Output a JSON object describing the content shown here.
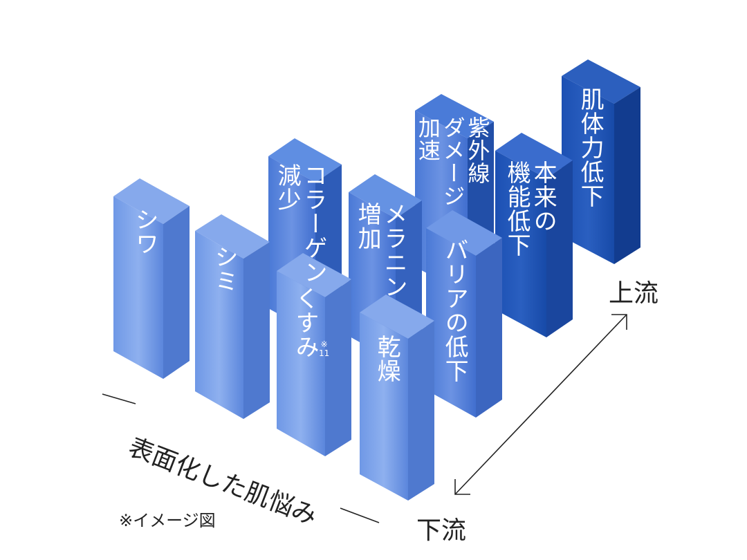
{
  "colors": {
    "front": "#5f8be0",
    "side": "#3a5fbf",
    "top": "#7aa3ec",
    "dark_front": "#1d4fae",
    "dark_side": "#163f95",
    "dark_top": "#2f63c4",
    "text": "#222222"
  },
  "bars": [
    {
      "id": "shiwa",
      "label": "シワ"
    },
    {
      "id": "shimi",
      "label": "シミ"
    },
    {
      "id": "kusumi",
      "label": "くすみ",
      "note": "※\n11"
    },
    {
      "id": "kansou",
      "label": "乾燥"
    },
    {
      "id": "collagen",
      "label": "コラーゲン\n減少"
    },
    {
      "id": "melanin",
      "label": "メラニン\n増加"
    },
    {
      "id": "barrier",
      "label": "バリアの低下"
    },
    {
      "id": "uv",
      "label": "紫外線\nダメージ\n加速"
    },
    {
      "id": "kinou",
      "label": "本来の\n機能低下"
    },
    {
      "id": "hadatairyoku",
      "label": "肌体力低下"
    }
  ],
  "axis": {
    "surface_label": "表面化した肌悩み",
    "upstream": "上流",
    "downstream": "下流"
  },
  "footnote": "※イメージ図"
}
